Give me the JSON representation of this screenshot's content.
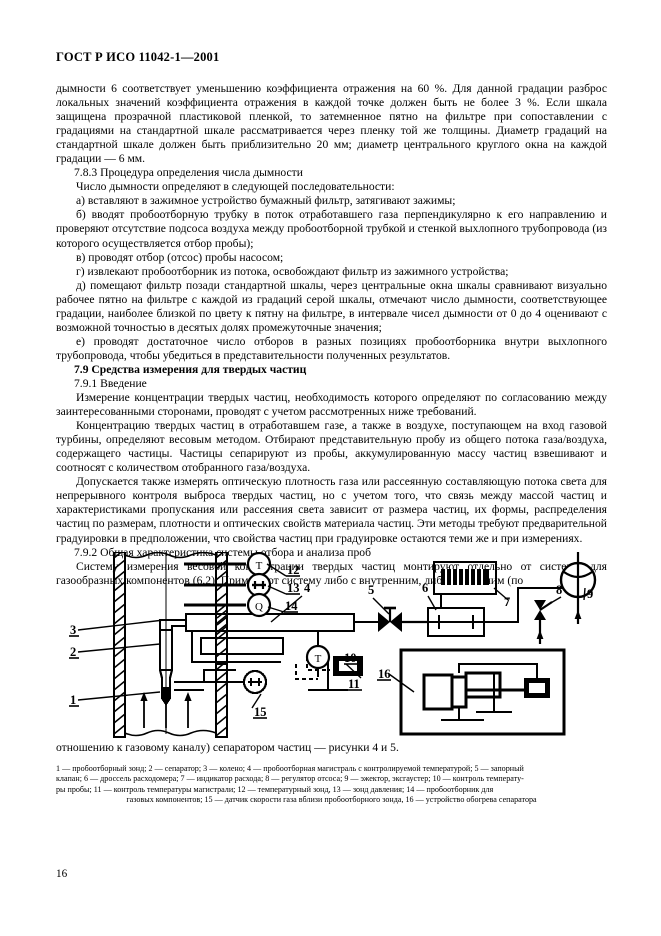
{
  "document": {
    "header": "ГОСТ Р ИСО 11042-1—2001",
    "page_number": "16"
  },
  "body": {
    "para_1": "дымности 6 соответствует уменьшению коэффициента отражения на 60 %. Для данной градации разброс локальных значений коэффициента отражения в каждой точке должен быть не более 3 %. Если шкала защищена прозрачной пластиковой пленкой, то затемненное пятно на фильтре при сопоставлении с градациями на стандартной шкале рассматривается через пленку той же толщины. Диаметр градаций на стандартной шкале должен быть приблизительно 20 мм; диаметр центрального круглого окна на каждой градации — 6 мм.",
    "heading_783": "7.8.3  Процедура определения числа дымности",
    "para_2": "Число дымности определяют в следующей последовательности:",
    "item_a": "а)  вставляют в зажимное устройство бумажный фильтр, затягивают зажимы;",
    "item_b": "б)  вводят пробоотборную трубку в поток отработавшего газа перпендикулярно к его направлению и проверяют отсутствие подсоса воздуха между пробоотборной трубкой и стенкой выхлопного трубопровода (из которого осуществляется отбор пробы);",
    "item_v": "в)  проводят отбор (отсос) пробы насосом;",
    "item_g": "г)  извлекают пробоотборник из потока, освобождают фильтр из зажимного устройства;",
    "item_d": "д)  помещают фильтр позади стандартной шкалы, через центральные окна шкалы сравнивают визуально рабочее пятно на фильтре с каждой из градаций серой шкалы, отмечают число дымности, соответствующее градации, наиболее близкой по цвету к пятну на фильтре, в интервале чисел дымности от 0 до 4 оценивают с возможной точностью в десятых долях промежуточные значения;",
    "item_e": "е)  проводят достаточное число отборов в разных позициях пробоотборника внутри выхлопного трубопровода, чтобы убедиться в представительности полученных результатов.",
    "heading_79": "7.9  Средства измерения для твердых частиц",
    "heading_791": "7.9.1  Введение",
    "para_3": "Измерение концентрации твердых частиц, необходимость которого определяют по согласованию между заинтересованными сторонами, проводят с учетом рассмотренных ниже требований.",
    "para_4": "Концентрацию твердых частиц в отработавшем газе, а также в воздухе, поступающем на вход газовой турбины, определяют весовым методом. Отбирают представительную пробу из общего потока газа/воздуха,  содержащего частицы. Частицы сепарируют из пробы, аккумулированную массу частиц взвешивают и соотносят с количеством отобранного газа/воздуха.",
    "para_5": "Допускается также измерять оптическую плотность газа или рассеянную составляющую потока света для непрерывного контроля выброса твердых частиц, но с учетом того, что связь между массой частиц и характеристиками пропускания или рассеяния света зависит от размера частиц, их формы, распределения частиц по размерам, плотности и оптических свойств материала частиц. Эти методы требуют предварительной градуировки в предположении, что свойства частиц при градуировке остаются теми же и при измерениях.",
    "heading_792": "7.9.2  Общая характеристика системы отбора и анализа проб",
    "para_6": "Систему измерения весовой концентрации твердых частиц монтируют отдельно от системы для газообразных компонентов (6.2). Применяют систему либо с внутренним, либо с внешним (по",
    "para_7": "отношению к газовому каналу) сепаратором частиц — рисунки 4 и 5."
  },
  "figure": {
    "callouts": {
      "c1": "1",
      "c2": "2",
      "c3": "3",
      "c4": "4",
      "c5": "5",
      "c6": "6",
      "c7": "7",
      "c8": "8",
      "c9": "9",
      "c10": "10",
      "c11": "11",
      "c12": "12",
      "c13": "13",
      "c14": "14",
      "c15": "15",
      "c16": "16"
    },
    "instrument_symbols": {
      "temperature_probe": "T",
      "pressure_probe": "P",
      "gas_sampler": "Q",
      "line_temperature": "T"
    },
    "legend_line_1": "1 —  пробоотборный зонд; 2 — сепаратор; 3 — колено; 4 —  пробоотборная магистраль с контролируемой температурой; 5 —  запорный",
    "legend_line_2": "клапан; 6 — дроссель расходомера; 7 — индикатор расхода; 8 — регулятор отсоса; 9 — эжектор, эксгаустер; 10 — контроль температу-",
    "legend_line_3": "ры пробы;  11 — контроль температуры  магистрали;  12 — температурный зонд,  13 — зонд давления;  14 — пробоотборник для",
    "legend_line_4": "газовых компонентов; 15 — датчик скорости газа вблизи пробоотборного зонда, 16 — устройство обогрева сепаратора"
  },
  "colors": {
    "ink": "#000000",
    "paper": "#ffffff"
  }
}
